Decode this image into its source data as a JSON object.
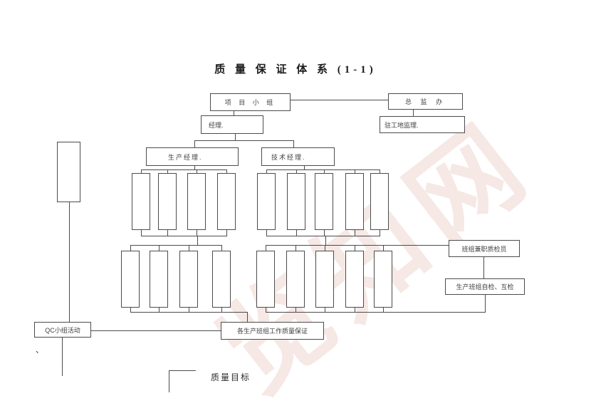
{
  "title": "质 量 保 证 体 系 (1-1)",
  "boxes": {
    "project_team": "项 目 小 组",
    "chief_supervisor": "总 监 办",
    "manager": "经理.",
    "resident_supervisor": "驻工地监理.",
    "production_manager": "生产经理.",
    "technical_manager": "技术经理.",
    "team_inspector": "班组兼职质检员",
    "self_mutual_check": "生产班组自检、互检",
    "qc_activity": "QC小组活动",
    "team_quality": "各生产班组工作质量保证"
  },
  "labels": {
    "quality_target": "质量目标",
    "comma_mark": "、"
  },
  "watermark": "览知网",
  "colors": {
    "line": "#4c4c4c",
    "watermark_pink": "#dfb2aa",
    "text": "#3a3a3a"
  }
}
